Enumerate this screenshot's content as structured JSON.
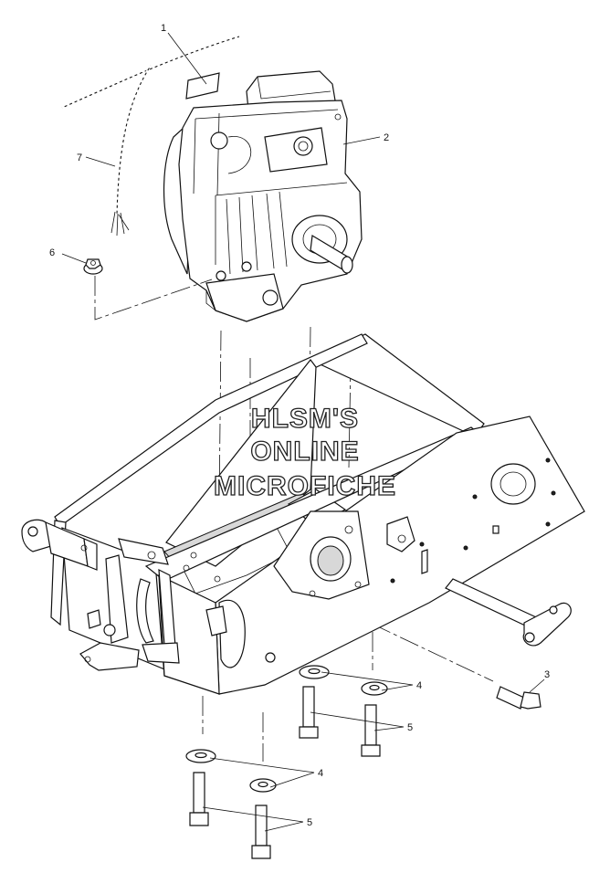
{
  "callouts": [
    {
      "id": "c1",
      "label": "1"
    },
    {
      "id": "c2",
      "label": "2"
    },
    {
      "id": "c3",
      "label": "3"
    },
    {
      "id": "c4a",
      "label": "4"
    },
    {
      "id": "c4b",
      "label": "4"
    },
    {
      "id": "c5a",
      "label": "5"
    },
    {
      "id": "c5b",
      "label": "5"
    },
    {
      "id": "c6",
      "label": "6"
    },
    {
      "id": "c7",
      "label": "7"
    }
  ],
  "watermark": {
    "line1": "HLSM'S",
    "line2": "ONLINE",
    "line3": "MICROFICHE"
  },
  "colors": {
    "ink": "#111111",
    "paper": "#ffffff"
  }
}
